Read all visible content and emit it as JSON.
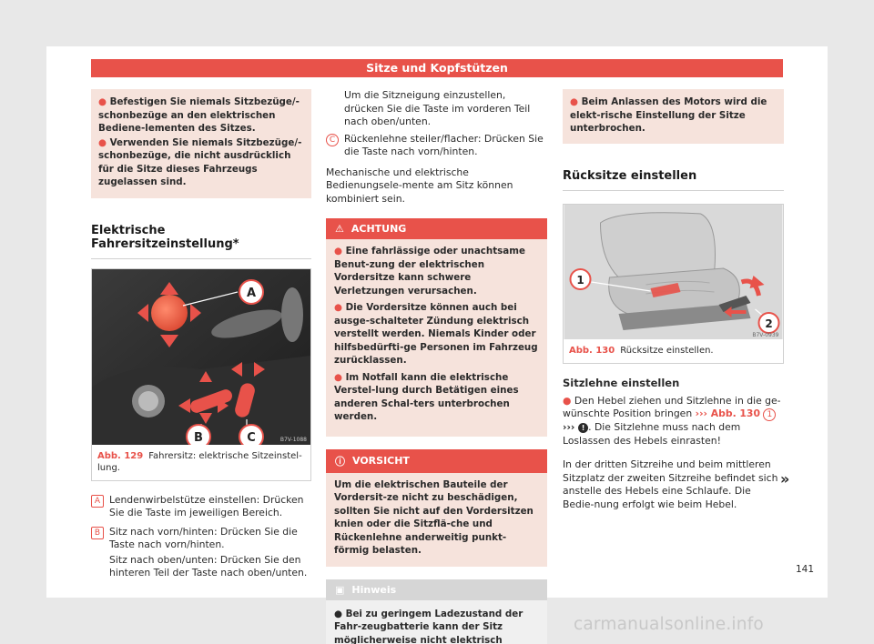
{
  "header": {
    "title": "Sitze und Kopfstützen"
  },
  "col1": {
    "warn_items": [
      "Befestigen Sie niemals Sitzbezüge/-schonbezüge an den elektrischen Bediene-lementen des Sitzes.",
      "Verwenden Sie niemals Sitzbezüge/-schonbezüge, die nicht ausdrücklich für die Sitze dieses Fahrzeugs zugelassen sind."
    ],
    "heading": "Elektrische Fahrersitzeinstellung*",
    "figure": {
      "code": "B7V-1088",
      "labels": [
        "A",
        "B",
        "C"
      ],
      "caption_num": "Abb. 129",
      "caption_text": "Fahrersitz: elektrische Sitzeinstel-lung."
    },
    "item_a_letter": "A",
    "item_a_text": "Lendenwirbelstütze einstellen: Drücken Sie die Taste im jeweiligen Bereich.",
    "item_b_letter": "B",
    "item_b_text": "Sitz nach vorn/hinten: Drücken Sie die Taste nach vorn/hinten.",
    "item_b_sub": "Sitz nach oben/unten: Drücken Sie den hinteren Teil der Taste nach oben/unten."
  },
  "col2": {
    "intro_text": "Um die Sitzneigung einzustellen, drücken Sie die Taste im vorderen Teil nach oben/unten.",
    "item_c_letter": "C",
    "item_c_text": "Rückenlehne steiler/flacher: Drücken Sie die Taste nach vorn/hinten.",
    "para": "Mechanische und elektrische Bedienungsele-mente am Sitz können kombiniert sein.",
    "achtung": {
      "title": "ACHTUNG",
      "items": [
        "Eine fahrlässige oder unachtsame Benut-zung der elektrischen Vordersitze kann schwere Verletzungen verursachen.",
        "Die Vordersitze können auch bei ausge-schalteter Zündung elektrisch verstellt werden. Niemals Kinder oder hilfsbedürfti-ge Personen im Fahrzeug zurücklassen.",
        "Im Notfall kann die elektrische Verstel-lung durch Betätigen eines anderen Schal-ters unterbrochen werden."
      ]
    },
    "vorsicht": {
      "title": "VORSICHT",
      "text": "Um die elektrischen Bauteile der Vordersit-ze nicht zu beschädigen, sollten Sie nicht auf den Vordersitzen knien oder die Sitzflä-che und Rückenlehne anderweitig punkt-förmig belasten."
    },
    "hinweis": {
      "title": "Hinweis",
      "text": "Bei zu geringem Ladezustand der Fahr-zeugbatterie kann der Sitz möglicherweise nicht elektrisch eingestellt werden."
    }
  },
  "col3": {
    "warn_text": "Beim Anlassen des Motors wird die elekt-rische Einstellung der Sitze unterbrochen.",
    "heading": "Rücksitze einstellen",
    "figure": {
      "code": "B7V-0939",
      "labels": [
        "1",
        "2"
      ],
      "caption_num": "Abb. 130",
      "caption_text": "Rücksitze einstellen."
    },
    "subheading": "Sitzlehne einstellen",
    "text_part1": "Den Hebel ziehen und Sitzlehne in die ge-wünschte Position bringen",
    "link_arrows": "›››",
    "link_text": "Abb. 130",
    "ref1": "1",
    "arrows2": "›››",
    "ref2": "!",
    "text_part2": ". Die Sitzlehne muss nach dem Loslassen des Hebels einrasten!",
    "para2": "In der dritten Sitzreihe und beim mittleren Sitzplatz der zweiten Sitzreihe befindet sich anstelle des Hebels eine Schlaufe. Die Bedie-nung erfolgt wie beim Hebel."
  },
  "footer": {
    "continue": "»",
    "page_number": "141",
    "watermark": "carmanualsonline.info"
  },
  "colors": {
    "accent": "#e8524a",
    "warn_bg": "#f6e3dc",
    "hinweis_head": "#d6d6d6"
  },
  "icons": {
    "achtung": "warning-triangle-icon",
    "vorsicht": "info-circle-icon",
    "hinweis": "note-icon"
  }
}
